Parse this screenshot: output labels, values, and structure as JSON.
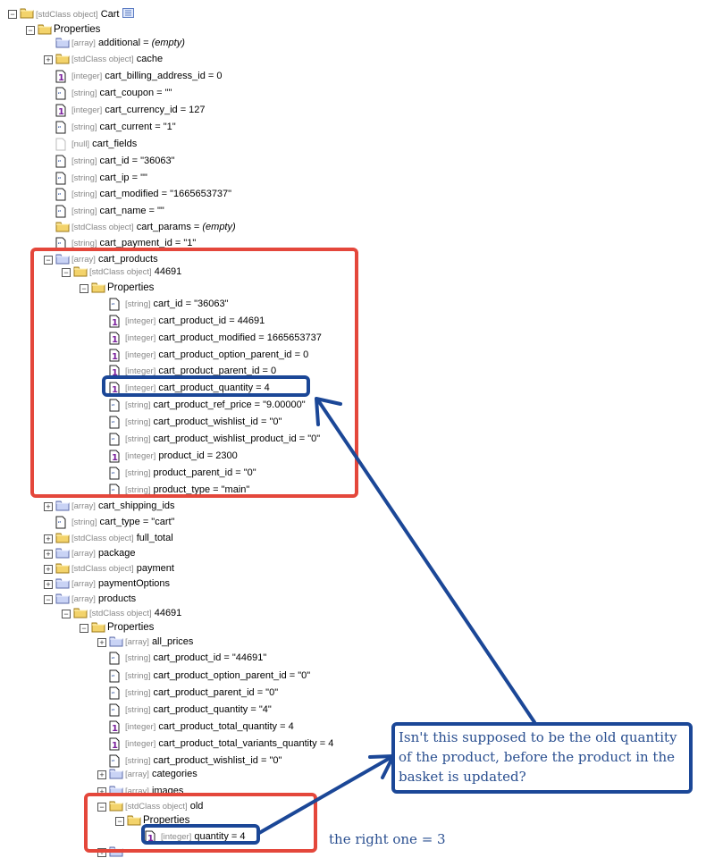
{
  "tree": [
    {
      "level": 0,
      "toggle": "minus",
      "icon": "folder-yellow",
      "type": "[stdClass object]",
      "name": "Cart",
      "value": "",
      "extra": "table-icon"
    },
    {
      "level": 1,
      "toggle": "minus",
      "icon": "folder-yellow",
      "type": "",
      "name": "Properties",
      "value": ""
    },
    {
      "level": 2,
      "toggle": "",
      "icon": "folder-blue",
      "type": "[array]",
      "name": "additional = ",
      "value": "(empty)",
      "italic": true
    },
    {
      "level": 2,
      "toggle": "plus",
      "icon": "folder-yellow",
      "type": "[stdClass object]",
      "name": "cache",
      "value": ""
    },
    {
      "level": 2,
      "toggle": "",
      "icon": "integer",
      "type": "[integer]",
      "name": "cart_billing_address_id = 0",
      "value": ""
    },
    {
      "level": 2,
      "toggle": "",
      "icon": "string",
      "type": "[string]",
      "name": "cart_coupon = \"\"",
      "value": ""
    },
    {
      "level": 2,
      "toggle": "",
      "icon": "integer",
      "type": "[integer]",
      "name": "cart_currency_id = 127",
      "value": ""
    },
    {
      "level": 2,
      "toggle": "",
      "icon": "string",
      "type": "[string]",
      "name": "cart_current = \"1\"",
      "value": ""
    },
    {
      "level": 2,
      "toggle": "",
      "icon": "null",
      "type": "[null]",
      "name": "cart_fields",
      "value": ""
    },
    {
      "level": 2,
      "toggle": "",
      "icon": "string",
      "type": "[string]",
      "name": "cart_id = \"36063\"",
      "value": ""
    },
    {
      "level": 2,
      "toggle": "",
      "icon": "string",
      "type": "[string]",
      "name": "cart_ip = \"\"",
      "value": ""
    },
    {
      "level": 2,
      "toggle": "",
      "icon": "string",
      "type": "[string]",
      "name": "cart_modified = \"1665653737\"",
      "value": ""
    },
    {
      "level": 2,
      "toggle": "",
      "icon": "string",
      "type": "[string]",
      "name": "cart_name = \"\"",
      "value": ""
    },
    {
      "level": 2,
      "toggle": "",
      "icon": "folder-yellow",
      "type": "[stdClass object]",
      "name": "cart_params = ",
      "value": "(empty)",
      "italic": true
    },
    {
      "level": 2,
      "toggle": "",
      "icon": "string",
      "type": "[string]",
      "name": "cart_payment_id = \"1\"",
      "value": ""
    },
    {
      "level": 2,
      "toggle": "minus",
      "icon": "folder-blue",
      "type": "[array]",
      "name": "cart_products",
      "value": ""
    },
    {
      "level": 3,
      "toggle": "minus",
      "icon": "folder-yellow",
      "type": "[stdClass object]",
      "name": "44691",
      "value": ""
    },
    {
      "level": 4,
      "toggle": "minus",
      "icon": "folder-yellow",
      "type": "",
      "name": "Properties",
      "value": ""
    },
    {
      "level": 5,
      "toggle": "",
      "icon": "string",
      "type": "[string]",
      "name": "cart_id = \"36063\"",
      "value": ""
    },
    {
      "level": 5,
      "toggle": "",
      "icon": "integer",
      "type": "[integer]",
      "name": "cart_product_id = 44691",
      "value": ""
    },
    {
      "level": 5,
      "toggle": "",
      "icon": "integer",
      "type": "[integer]",
      "name": "cart_product_modified = 1665653737",
      "value": ""
    },
    {
      "level": 5,
      "toggle": "",
      "icon": "integer",
      "type": "[integer]",
      "name": "cart_product_option_parent_id = 0",
      "value": ""
    },
    {
      "level": 5,
      "toggle": "",
      "icon": "integer",
      "type": "[integer]",
      "name": "cart_product_parent_id = 0",
      "value": ""
    },
    {
      "level": 5,
      "toggle": "",
      "icon": "integer",
      "type": "[integer]",
      "name": "cart_product_quantity = 4",
      "value": ""
    },
    {
      "level": 5,
      "toggle": "",
      "icon": "string",
      "type": "[string]",
      "name": "cart_product_ref_price = \"9.00000\"",
      "value": ""
    },
    {
      "level": 5,
      "toggle": "",
      "icon": "string",
      "type": "[string]",
      "name": "cart_product_wishlist_id = \"0\"",
      "value": ""
    },
    {
      "level": 5,
      "toggle": "",
      "icon": "string",
      "type": "[string]",
      "name": "cart_product_wishlist_product_id = \"0\"",
      "value": ""
    },
    {
      "level": 5,
      "toggle": "",
      "icon": "integer",
      "type": "[integer]",
      "name": "product_id = 2300",
      "value": ""
    },
    {
      "level": 5,
      "toggle": "",
      "icon": "string",
      "type": "[string]",
      "name": "product_parent_id = \"0\"",
      "value": ""
    },
    {
      "level": 5,
      "toggle": "",
      "icon": "string",
      "type": "[string]",
      "name": "product_type = \"main\"",
      "value": ""
    },
    {
      "level": 2,
      "toggle": "plus",
      "icon": "folder-blue",
      "type": "[array]",
      "name": "cart_shipping_ids",
      "value": ""
    },
    {
      "level": 2,
      "toggle": "",
      "icon": "string",
      "type": "[string]",
      "name": "cart_type = \"cart\"",
      "value": ""
    },
    {
      "level": 2,
      "toggle": "plus",
      "icon": "folder-yellow",
      "type": "[stdClass object]",
      "name": "full_total",
      "value": ""
    },
    {
      "level": 2,
      "toggle": "plus",
      "icon": "folder-blue",
      "type": "[array]",
      "name": "package",
      "value": ""
    },
    {
      "level": 2,
      "toggle": "plus",
      "icon": "folder-yellow",
      "type": "[stdClass object]",
      "name": "payment",
      "value": ""
    },
    {
      "level": 2,
      "toggle": "plus",
      "icon": "folder-blue",
      "type": "[array]",
      "name": "paymentOptions",
      "value": ""
    },
    {
      "level": 2,
      "toggle": "minus",
      "icon": "folder-blue",
      "type": "[array]",
      "name": "products",
      "value": ""
    },
    {
      "level": 3,
      "toggle": "minus",
      "icon": "folder-yellow",
      "type": "[stdClass object]",
      "name": "44691",
      "value": ""
    },
    {
      "level": 4,
      "toggle": "minus",
      "icon": "folder-yellow",
      "type": "",
      "name": "Properties",
      "value": ""
    },
    {
      "level": 5,
      "toggle": "plus",
      "icon": "folder-blue",
      "type": "[array]",
      "name": "all_prices",
      "value": ""
    },
    {
      "level": 5,
      "toggle": "",
      "icon": "string",
      "type": "[string]",
      "name": "cart_product_id = \"44691\"",
      "value": ""
    },
    {
      "level": 5,
      "toggle": "",
      "icon": "string",
      "type": "[string]",
      "name": "cart_product_option_parent_id = \"0\"",
      "value": ""
    },
    {
      "level": 5,
      "toggle": "",
      "icon": "string",
      "type": "[string]",
      "name": "cart_product_parent_id = \"0\"",
      "value": ""
    },
    {
      "level": 5,
      "toggle": "",
      "icon": "string",
      "type": "[string]",
      "name": "cart_product_quantity = \"4\"",
      "value": ""
    },
    {
      "level": 5,
      "toggle": "",
      "icon": "integer",
      "type": "[integer]",
      "name": "cart_product_total_quantity = 4",
      "value": ""
    },
    {
      "level": 5,
      "toggle": "",
      "icon": "integer",
      "type": "[integer]",
      "name": "cart_product_total_variants_quantity = 4",
      "value": ""
    },
    {
      "level": 5,
      "toggle": "",
      "icon": "string",
      "type": "[string]",
      "name": "cart_product_wishlist_id = \"0\"",
      "value": ""
    },
    {
      "level": 5,
      "toggle": "plus",
      "icon": "folder-blue",
      "type": "[array]",
      "name": "categories",
      "value": ""
    },
    {
      "level": 5,
      "toggle": "plus",
      "icon": "folder-blue",
      "type": "[array]",
      "name": "images",
      "value": ""
    },
    {
      "level": 5,
      "toggle": "minus",
      "icon": "folder-yellow",
      "type": "[stdClass object]",
      "name": "old",
      "value": ""
    },
    {
      "level": 6,
      "toggle": "minus",
      "icon": "folder-yellow",
      "type": "",
      "name": "Properties",
      "value": ""
    },
    {
      "level": 7,
      "toggle": "",
      "icon": "integer",
      "type": "[integer]",
      "name": "quantity = 4",
      "value": ""
    },
    {
      "level": 5,
      "toggle": "plus",
      "icon": "folder-blue",
      "type": "",
      "name": "",
      "value": ""
    }
  ],
  "annotation": {
    "callout": "Isn't this supposed to be the old quantity of the product, before the product in the basket is updated?",
    "note": "the right one = 3",
    "red": "#e4473b",
    "blue": "#1b4797"
  }
}
